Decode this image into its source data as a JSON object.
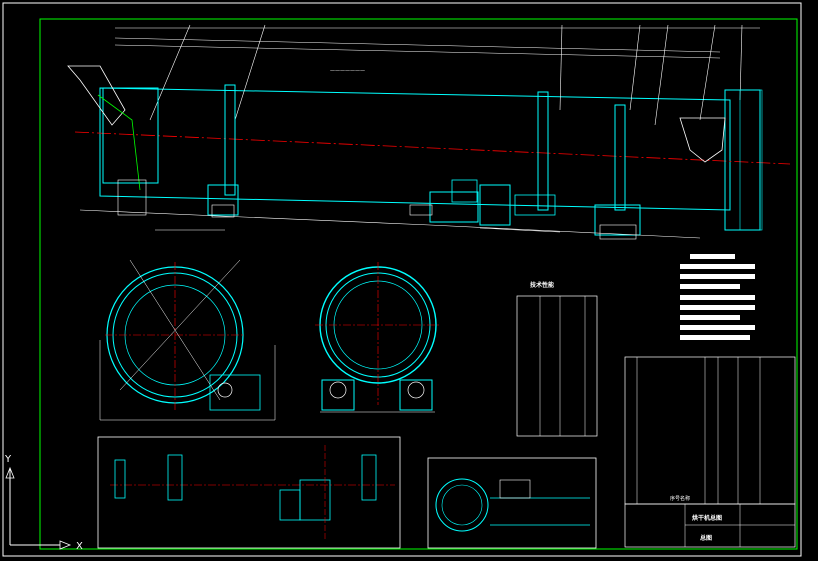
{
  "drawing": {
    "axis_label_x": "X",
    "axis_label_y": "Y"
  },
  "tech_table": {
    "title": "技术性能"
  },
  "parts_list": {
    "header_name": "序号名称"
  },
  "title_block": {
    "name": "烘干机总图",
    "sub": "总图"
  },
  "colors": {
    "frame": "#00ff00",
    "outline": "#00ffff",
    "centerline": "#ff0000",
    "white": "#ffffff",
    "background": "#000000"
  }
}
